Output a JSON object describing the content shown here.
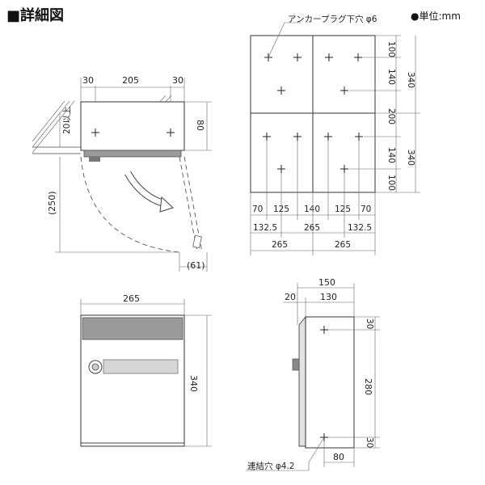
{
  "title": "■詳細図",
  "unit": "●単位:mm",
  "top_view": {
    "dims_top": [
      "30",
      "205",
      "30"
    ],
    "dim_right": "80",
    "dim_left": "20以上",
    "dim_radius": "(250)",
    "dim_swing": "(61)"
  },
  "mount_plate": {
    "callout": "アンカープラグ下穴 φ6",
    "dims_right_inner": [
      "100",
      "140",
      "200",
      "140",
      "100"
    ],
    "dims_right_outer": [
      "340",
      "340"
    ],
    "dims_bottom_1": [
      "70",
      "125",
      "140",
      "125",
      "70"
    ],
    "dims_bottom_2": [
      "132.5",
      "265",
      "132.5"
    ],
    "dims_bottom_3": [
      "265",
      "265"
    ]
  },
  "front_view": {
    "dim_width": "265",
    "dim_height": "340"
  },
  "side_view": {
    "dim_total": "150",
    "dims_top": [
      "20",
      "130"
    ],
    "dims_right": [
      "30",
      "280",
      "30"
    ],
    "dim_bottom": "80",
    "callout": "連結穴 φ4.2"
  }
}
